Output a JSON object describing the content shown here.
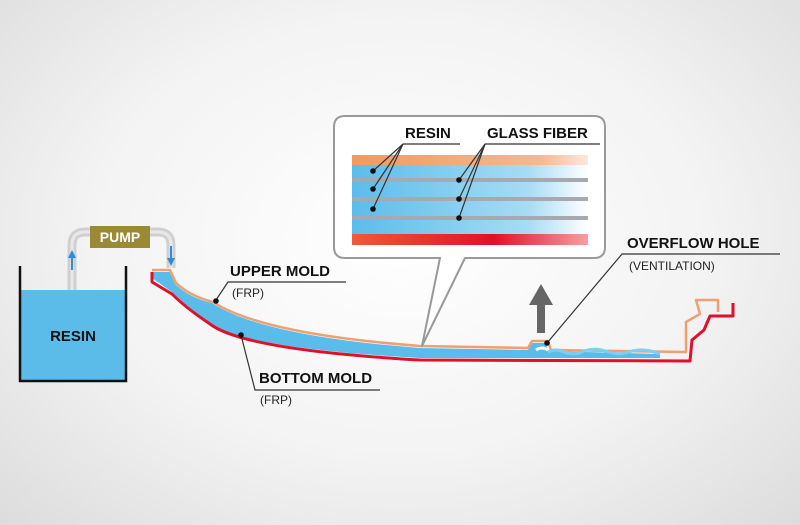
{
  "labels": {
    "tank_resin": "RESIN",
    "pump": "PUMP",
    "upper_mold": "UPPER MOLD",
    "upper_mold_sub": "(FRP)",
    "bottom_mold": "BOTTOM MOLD",
    "bottom_mold_sub": "(FRP)",
    "overflow_hole": "OVERFLOW HOLE",
    "overflow_hole_sub": "(VENTILATION)",
    "detail_resin": "RESIN",
    "detail_glass_fiber": "GLASS FIBER"
  },
  "colors": {
    "resin_blue": "#5bbcea",
    "bottom_mold_red": "#e0102a",
    "upper_mold_orange": "#f0a070",
    "pump_box": "#9a8a35",
    "pipe_gray": "#d0d0d0",
    "arrow_gray": "#666666",
    "flow_arrow_blue": "#2a8fd8"
  },
  "icons": {
    "flow_up": "arrow-up-icon",
    "flow_down": "arrow-down-icon",
    "vent": "vent-arrow-icon"
  }
}
